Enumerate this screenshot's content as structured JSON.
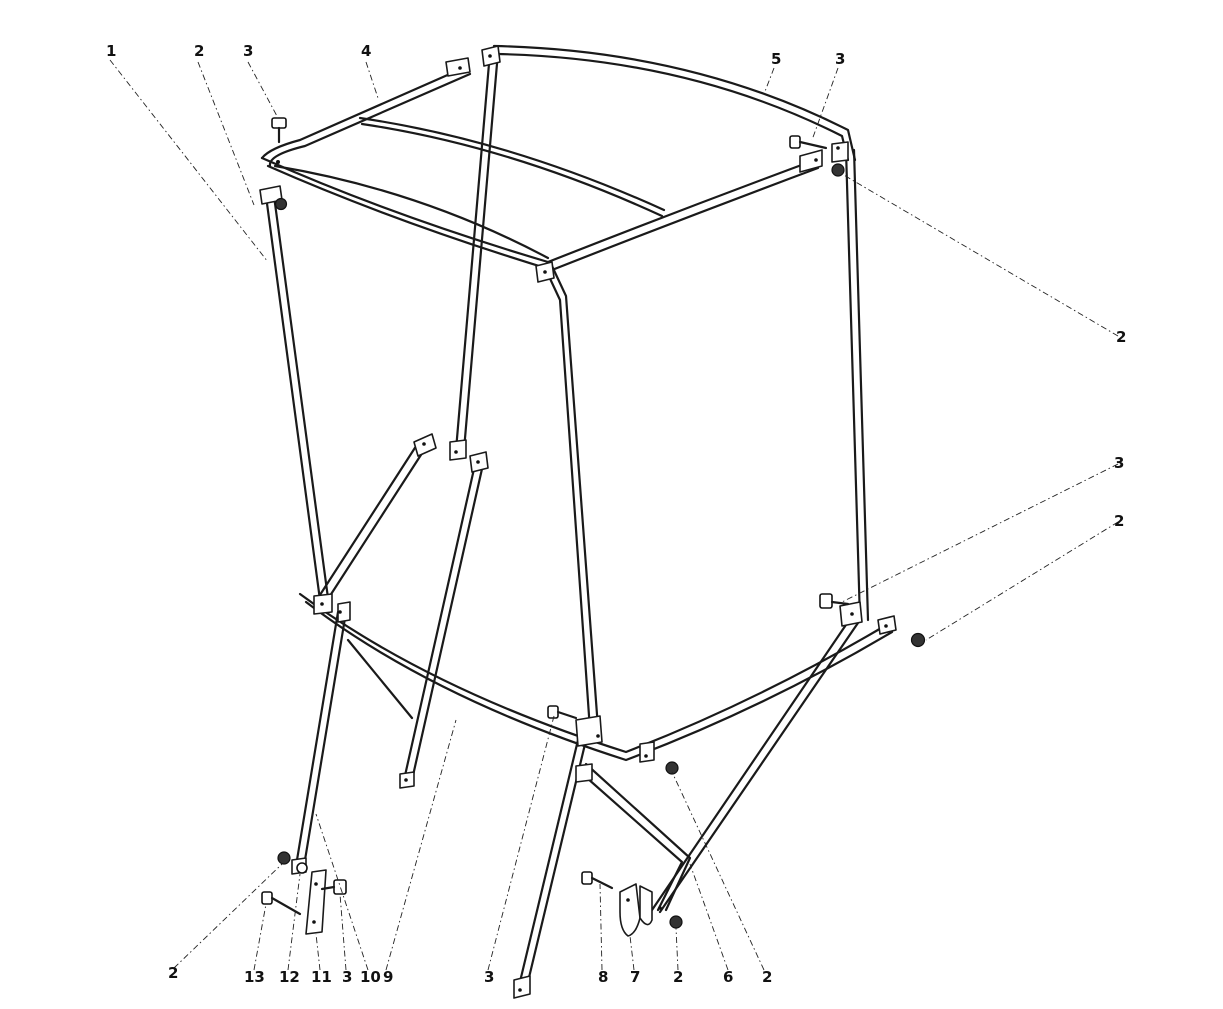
{
  "callouts": [
    "1",
    "2",
    "3",
    "4",
    "5",
    "3",
    "2",
    "3",
    "2",
    "2",
    "13",
    "12",
    "11",
    "3",
    "10",
    "9",
    "3",
    "8",
    "7",
    "2",
    "6",
    "2"
  ],
  "colors": {
    "ink": "#1a1a1a",
    "paper": "#ffffff"
  }
}
